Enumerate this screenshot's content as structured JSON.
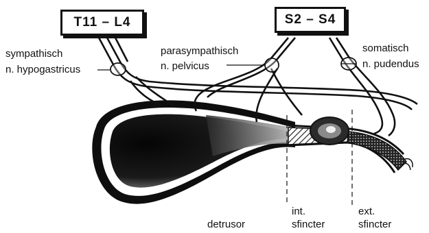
{
  "segments": {
    "thoracolumbar": "T11 – L4",
    "sacral": "S2 – S4"
  },
  "nerves": {
    "sympathetic_line1": "sympathisch",
    "sympathetic_line2": "n. hypogastricus",
    "parasympathetic_line1": "parasympathisch",
    "parasympathetic_line2": "n. pelvicus",
    "somatic_line1": "somatisch",
    "somatic_line2": "n. pudendus"
  },
  "structures": {
    "detrusor": "detrusor",
    "int_line1": "int.",
    "int_line2": "sfincter",
    "ext_line1": "ext.",
    "ext_line2": "sfincter"
  }
}
